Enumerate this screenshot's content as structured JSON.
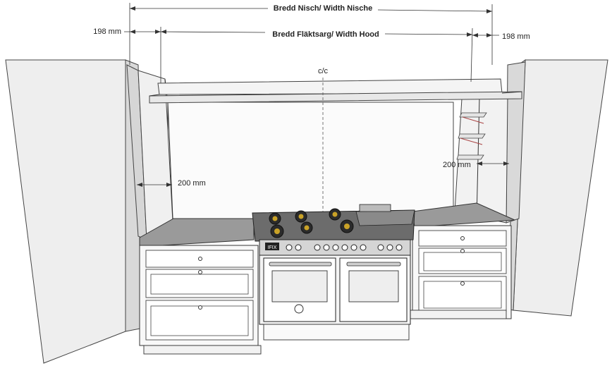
{
  "dimensions": {
    "niche_width_label": "Bredd Nisch/ Width Nische",
    "hood_width_label": "Bredd Fläktsarg/ Width Hood",
    "side_left_label": "198 mm",
    "side_right_label": "198 mm",
    "center_label": "c/c",
    "pillar_left_label": "200 mm",
    "pillar_right_label": "200 mm"
  },
  "range": {
    "brand_badge": "IFIX"
  },
  "colors": {
    "line": "#333333",
    "wall_side": "#e6e6e6",
    "wall_front": "#f7f7f7",
    "counter_top": "#9a9a9a",
    "cooktop": "#6c6c6c",
    "burner": "#2b2b2b",
    "flame_gold": "#c9a227",
    "control_panel": "#d5d5d5"
  },
  "icons": [
    "burner-icon",
    "knob-icon",
    "drawer-knob-icon",
    "oven-handle-icon",
    "brand-logo-icon"
  ]
}
